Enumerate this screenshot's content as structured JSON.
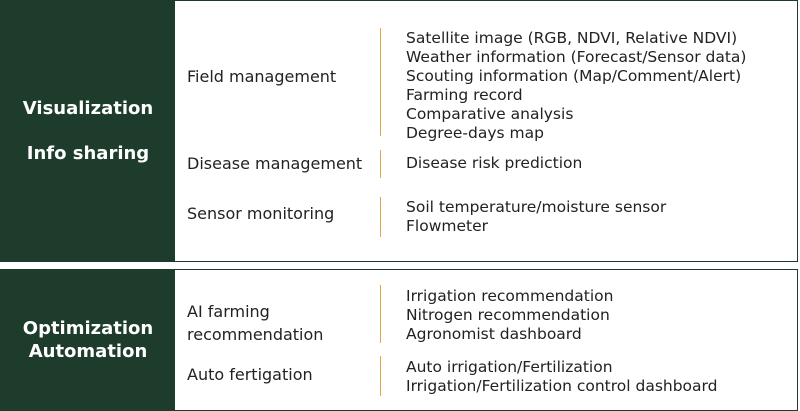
{
  "sections": [
    {
      "side_lines": [
        "Visualization",
        "Info sharing"
      ],
      "rows": [
        {
          "label": "Field management",
          "details": [
            "Satellite image (RGB, NDVI, Relative NDVI)",
            "Weather information (Forecast/Sensor data)",
            "Scouting information (Map/Comment/Alert)",
            "Farming record",
            "Comparative analysis",
            "Degree-days map"
          ]
        },
        {
          "label": "Disease management",
          "details": [
            "Disease risk prediction"
          ]
        },
        {
          "label": "Sensor monitoring",
          "details": [
            "Soil temperature/moisture sensor",
            "Flowmeter"
          ]
        }
      ]
    },
    {
      "side_lines": [
        "Optimization",
        "Automation"
      ],
      "rows": [
        {
          "label": "AI farming recommendation",
          "details": [
            "Irrigation recommendation",
            "Nitrogen recommendation",
            "Agronomist dashboard"
          ]
        },
        {
          "label": "Auto fertigation",
          "details": [
            "Auto irrigation/Fertilization",
            "Irrigation/Fertilization control dashboard"
          ]
        }
      ]
    }
  ],
  "colors": {
    "side_bg": "#1d3c2c",
    "divider": "#e5a550",
    "border": "#1e3a2c"
  }
}
